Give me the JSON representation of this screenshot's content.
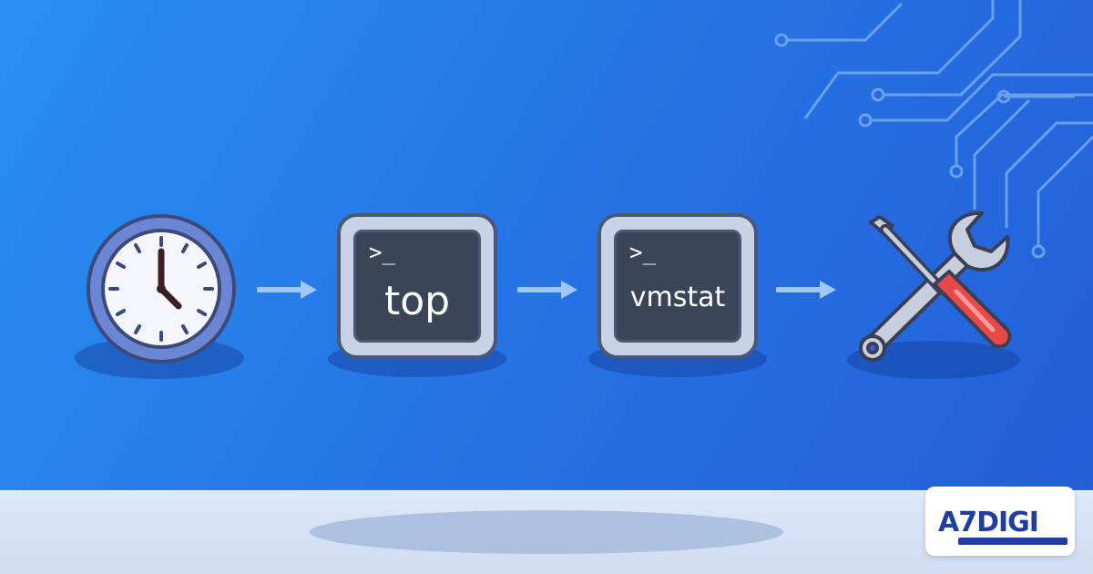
{
  "flow": {
    "step_top": {
      "prompt": ">_",
      "command": "top"
    },
    "step_vmstat": {
      "prompt": ">_",
      "command": "vmstat"
    }
  },
  "icons": [
    "clock-icon",
    "arrow-right-icon",
    "terminal-icon",
    "tools-icon",
    "circuit-decoration"
  ],
  "logo": {
    "text": "A7DIGI"
  },
  "colors": {
    "background": "#2676e6",
    "floor": "#dde8f8",
    "terminal_frame": "#c9d3e6",
    "terminal_screen": "#3a4658",
    "arrow": "#9fc8f6",
    "screwdriver_handle": "#e84848",
    "logo_blue": "#1e3f9e",
    "logo_red": "#d92b2b"
  }
}
